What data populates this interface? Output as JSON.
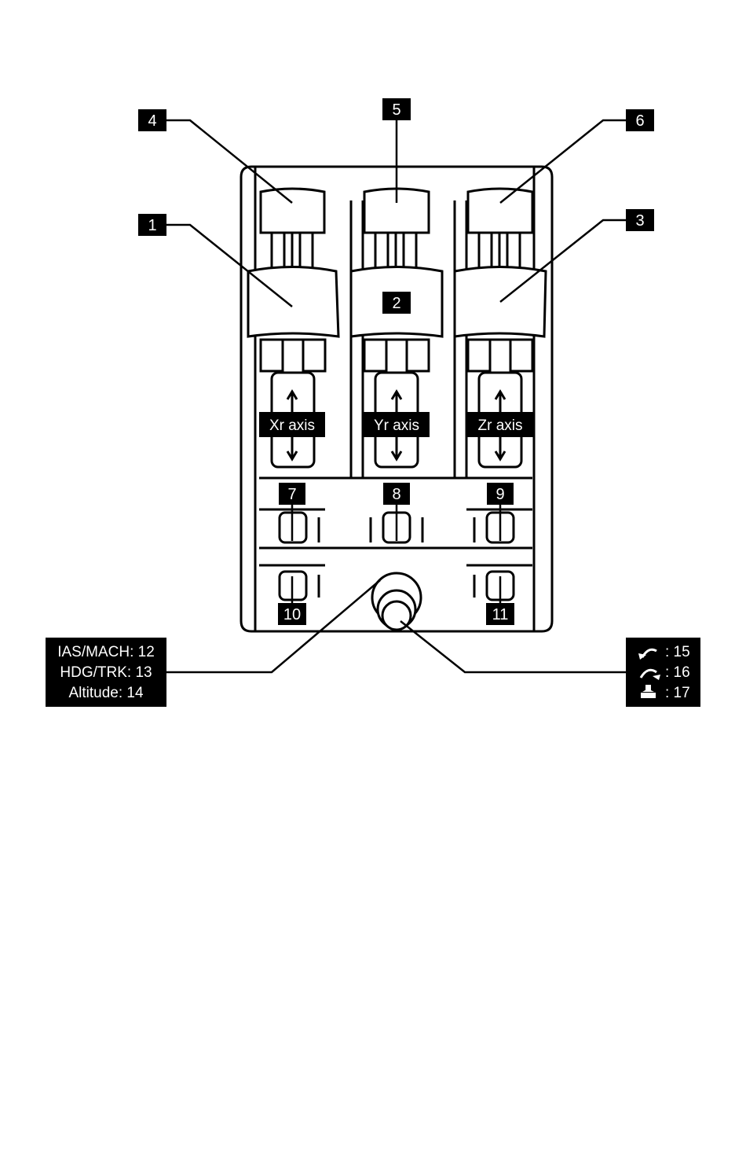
{
  "callouts": {
    "c1": "1",
    "c2": "2",
    "c3": "3",
    "c4": "4",
    "c5": "5",
    "c6": "6",
    "c7": "7",
    "c8": "8",
    "c9": "9",
    "c10": "10",
    "c11": "11"
  },
  "axes": {
    "xr": "Xr axis",
    "yr": "Yr axis",
    "zr": "Zr axis"
  },
  "knob_legend": {
    "line1": "IAS/MACH: 12",
    "line2": "HDG/TRK: 13",
    "line3": "Altitude: 14"
  },
  "hat_legend": {
    "rotate_left": ": 15",
    "rotate_right": ": 16",
    "push": ": 17",
    "icons": [
      "rotate-left-icon",
      "rotate-right-icon",
      "push-icon"
    ]
  }
}
